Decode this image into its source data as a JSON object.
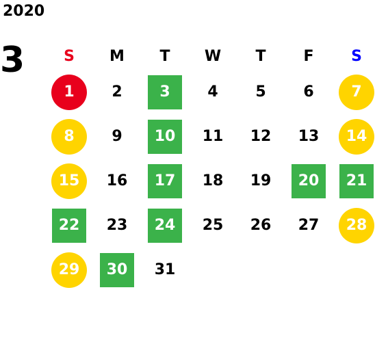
{
  "header": {
    "year": "2020",
    "month": "3"
  },
  "weekdays": [
    {
      "label": "S",
      "color": "#e8001c"
    },
    {
      "label": "M",
      "color": "#000000"
    },
    {
      "label": "T",
      "color": "#000000"
    },
    {
      "label": "W",
      "color": "#000000"
    },
    {
      "label": "T",
      "color": "#000000"
    },
    {
      "label": "F",
      "color": "#000000"
    },
    {
      "label": "S",
      "color": "#0000ff"
    }
  ],
  "colors": {
    "holiday_red": "#e8001c",
    "weekend_yellow": "#ffd400",
    "highlight_green": "#3bb24a"
  },
  "weeks": [
    [
      {
        "day": "1",
        "style": "red-circle"
      },
      {
        "day": "2",
        "style": "none"
      },
      {
        "day": "3",
        "style": "green-square"
      },
      {
        "day": "4",
        "style": "none"
      },
      {
        "day": "5",
        "style": "none"
      },
      {
        "day": "6",
        "style": "none"
      },
      {
        "day": "7",
        "style": "yellow-circle"
      }
    ],
    [
      {
        "day": "8",
        "style": "yellow-circle"
      },
      {
        "day": "9",
        "style": "none"
      },
      {
        "day": "10",
        "style": "green-square"
      },
      {
        "day": "11",
        "style": "none"
      },
      {
        "day": "12",
        "style": "none"
      },
      {
        "day": "13",
        "style": "none"
      },
      {
        "day": "14",
        "style": "yellow-circle"
      }
    ],
    [
      {
        "day": "15",
        "style": "yellow-circle"
      },
      {
        "day": "16",
        "style": "none"
      },
      {
        "day": "17",
        "style": "green-square"
      },
      {
        "day": "18",
        "style": "none"
      },
      {
        "day": "19",
        "style": "none"
      },
      {
        "day": "20",
        "style": "green-square"
      },
      {
        "day": "21",
        "style": "green-square"
      }
    ],
    [
      {
        "day": "22",
        "style": "green-square"
      },
      {
        "day": "23",
        "style": "none"
      },
      {
        "day": "24",
        "style": "green-square"
      },
      {
        "day": "25",
        "style": "none"
      },
      {
        "day": "26",
        "style": "none"
      },
      {
        "day": "27",
        "style": "none"
      },
      {
        "day": "28",
        "style": "yellow-circle"
      }
    ],
    [
      {
        "day": "29",
        "style": "yellow-circle"
      },
      {
        "day": "30",
        "style": "green-square"
      },
      {
        "day": "31",
        "style": "none"
      },
      {
        "day": "",
        "style": "none"
      },
      {
        "day": "",
        "style": "none"
      },
      {
        "day": "",
        "style": "none"
      },
      {
        "day": "",
        "style": "none"
      }
    ]
  ]
}
